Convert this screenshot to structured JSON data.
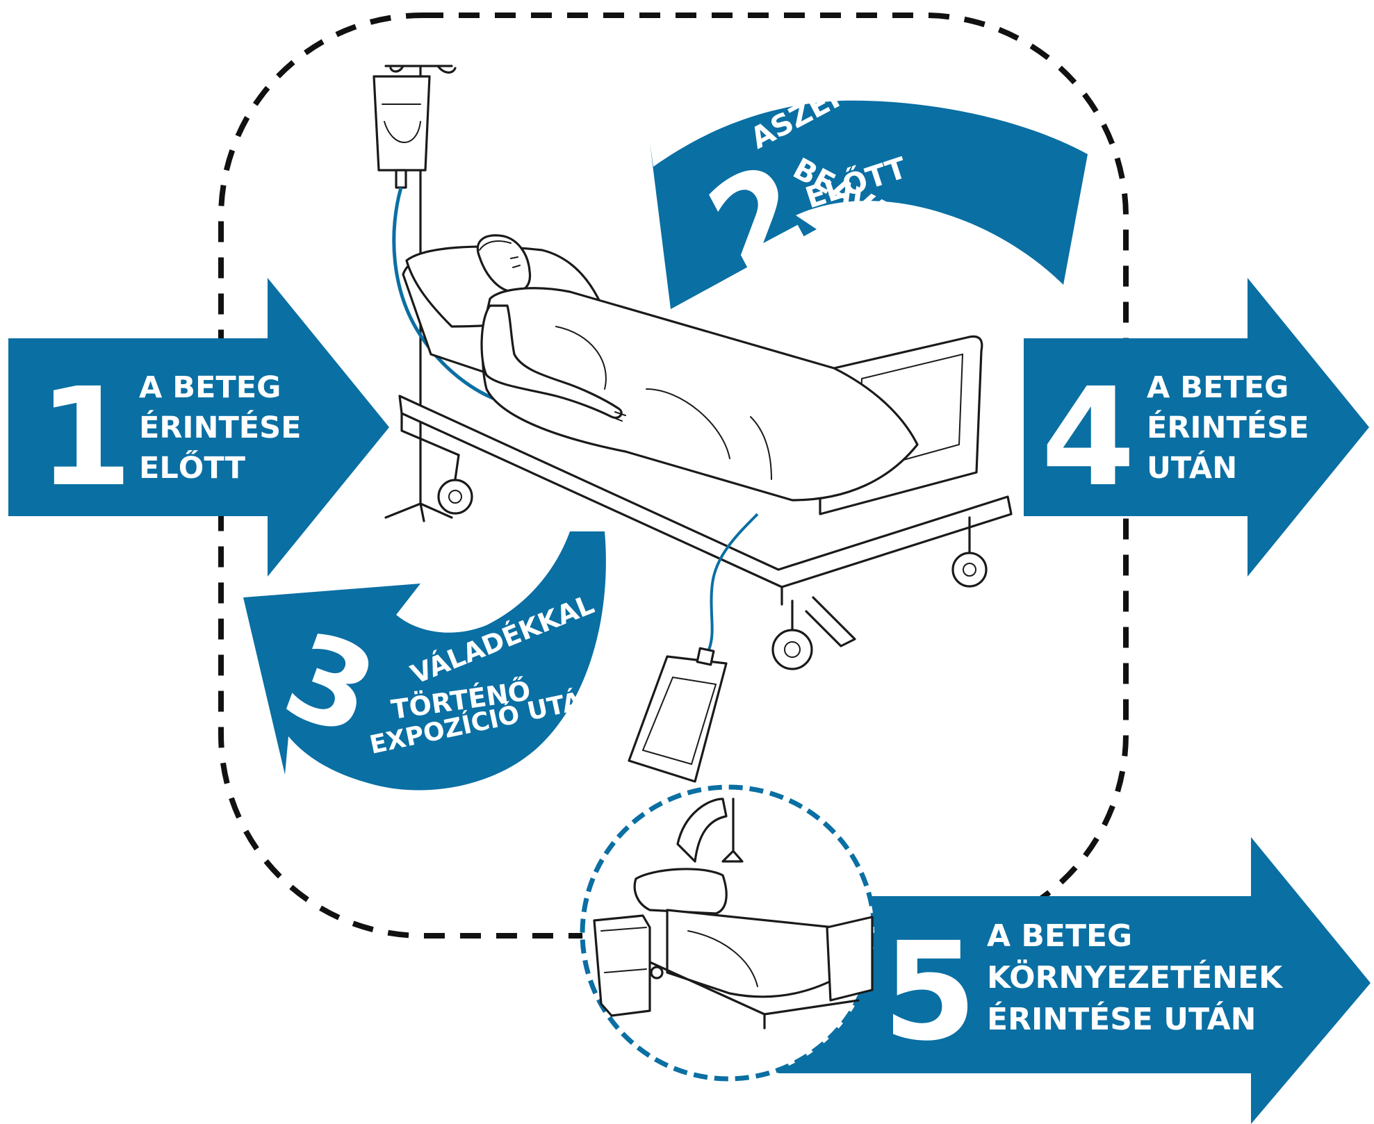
{
  "colors": {
    "accent": "#0a6fa3",
    "dashed_frame": "#111111",
    "tube": "#0a6fa3",
    "line_art": "#1a1a1a",
    "background": "#ffffff"
  },
  "moments": [
    {
      "number": "1",
      "lines": [
        "A BETEG",
        "ÉRINTÉSE",
        "ELŐTT"
      ]
    },
    {
      "number": "2",
      "lines": [
        "ASZEPTIKUS",
        "BEAVATKOZÁS",
        "ELŐTT"
      ]
    },
    {
      "number": "3",
      "lines": [
        "VÁLADÉKKAL",
        "TÖRTÉNŐ",
        "EXPOZÍCIÓ UTÁN"
      ]
    },
    {
      "number": "4",
      "lines": [
        "A BETEG",
        "ÉRINTÉSE",
        "UTÁN"
      ]
    },
    {
      "number": "5",
      "lines": [
        "A BETEG",
        "KÖRNYEZETÉNEK",
        "ÉRINTÉSE UTÁN"
      ]
    }
  ],
  "illustrations": {
    "main": "patient-in-bed-with-iv-drip-and-drainage-bag",
    "environment": "empty-hospital-bed-with-bedside-cabinet"
  }
}
